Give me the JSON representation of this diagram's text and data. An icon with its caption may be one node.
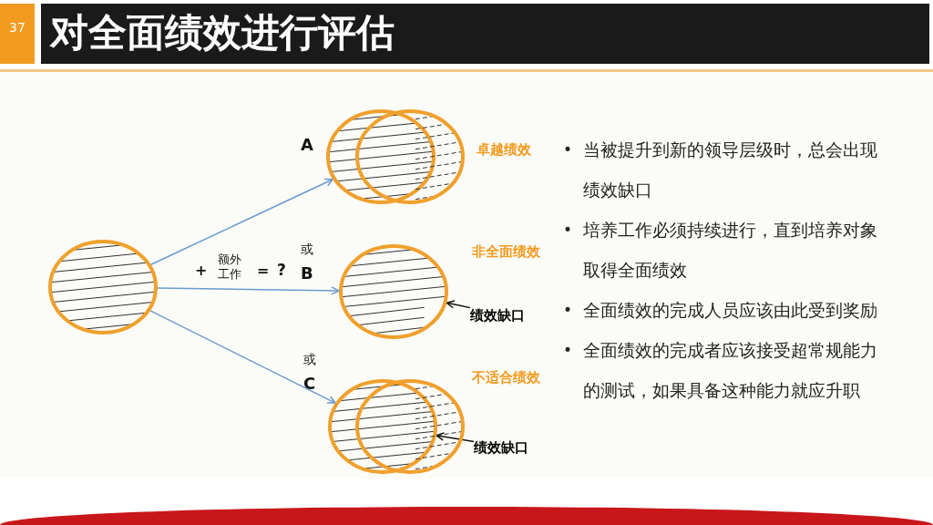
{
  "diagram": {
    "title": "对全面绩效进行评估",
    "nodes": [
      {
        "text": [],
        "shape": "circle"
      },
      {
        "text": [],
        "shape": "circle"
      },
      {
        "text": [],
        "shape": "circle"
      },
      {
        "text": [],
        "shape": "circle"
      },
      {
        "text": [],
        "shape": "circle"
      },
      {
        "text": [],
        "shape": "circle"
      },
      {
        "text": [
          "绩效缺口"
        ]
      },
      {
        "text": [
          "绩效缺口"
        ]
      }
    ],
    "edges": [
      {
        "from": 0,
        "to": 1,
        "arrow": "to"
      },
      {
        "from": 0,
        "to": 3,
        "arrow": "to"
      },
      {
        "from": 0,
        "to": 4,
        "arrow": "to"
      },
      {
        "from": 6,
        "to": 3,
        "arrow": "to",
        "color": "#111111"
      },
      {
        "from": 7,
        "to": 4,
        "arrow": "to",
        "color": "#111111"
      }
    ],
    "labels": [
      "37",
      "A",
      "卓越绩效",
      "+",
      "额外工作",
      "=",
      "?",
      "或",
      "B",
      "非全面绩效",
      "或",
      "C",
      "不适合绩效",
      "•",
      "当被提升到新的领导层级时，总会出现绩效缺口",
      "•",
      "培养工作必须持续进行，直到培养对象取得全面绩效",
      "•",
      "全面绩效的完成人员应该由此受到奖励",
      "•",
      "全面绩效的完成者应该接受超常规能力的测试，如果具备这种能力就应升职"
    ]
  }
}
